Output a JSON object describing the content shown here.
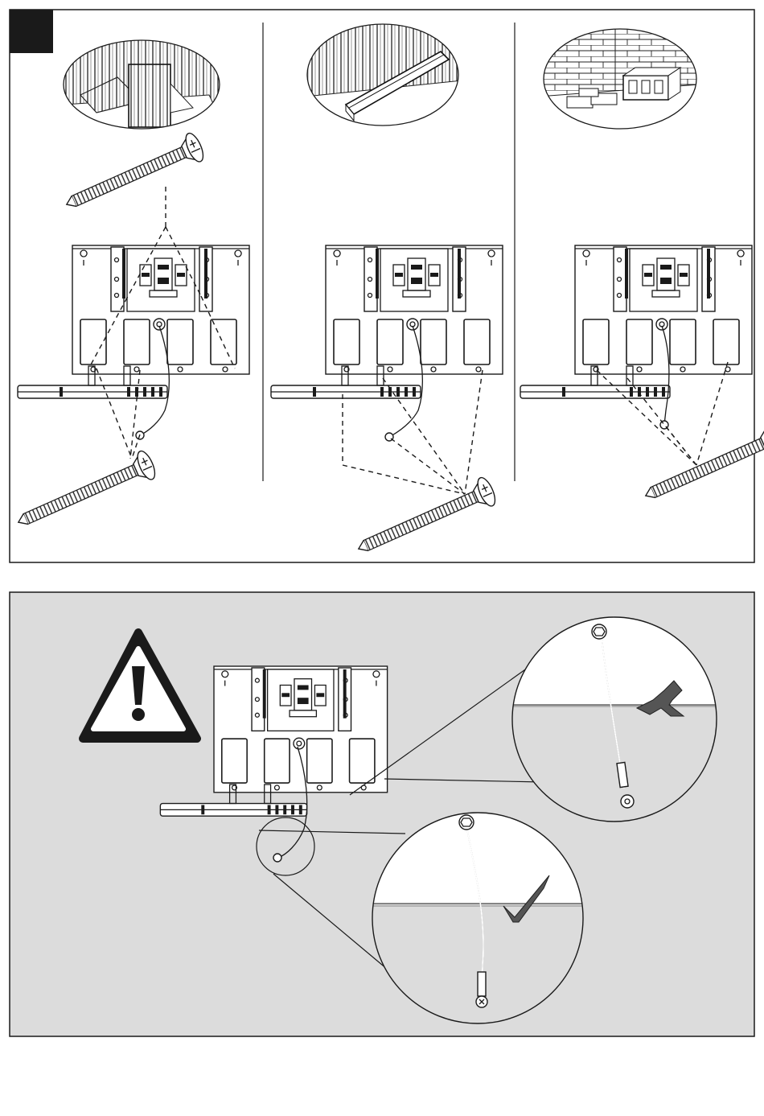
{
  "figure": {
    "top_panel": {
      "step_marker_fill": "#1a1a1a",
      "columns": [
        {
          "id": "wood",
          "surface": "wood-stud-wall",
          "screw": "wood-screw"
        },
        {
          "id": "metal",
          "surface": "metal-stud-wall",
          "screw": "metal-screw"
        },
        {
          "id": "masonry",
          "surface": "brick-and-concrete-block-wall",
          "screw": "masonry-screw"
        }
      ]
    },
    "bottom_panel": {
      "background_color": "#dcdcdc",
      "warning_icon": "warning-triangle-icon",
      "incorrect_mark": "cross-icon",
      "correct_mark": "check-icon",
      "line_color": "#1a1a1a"
    }
  }
}
